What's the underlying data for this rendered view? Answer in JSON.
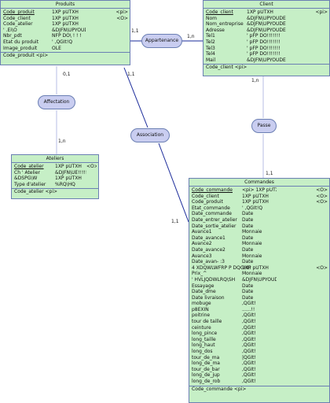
{
  "entities": {
    "produits": {
      "title": "Produits",
      "attributes": [
        {
          "name": "Code_produit",
          "type": "1XP pUTXH",
          "key": "<pi>",
          "underline": true
        },
        {
          "name": "Code_client",
          "type": "1XP pUTXH",
          "key": "<O>"
        },
        {
          "name": "Code_atelier",
          "type": "1XP pUTXH",
          "key": ""
        },
        {
          "name": "' .Ei\\O",
          "type": "&DJFN\\UPYOUDE9\\t.....",
          "key": ""
        },
        {
          "name": "Nbr_pdt",
          "type": "NFP DO\\ ! ! !",
          "key": ""
        },
        {
          "name": "Etat du produit",
          "type": "' ,QGIt!Q",
          "key": ""
        },
        {
          "name": "Image_produit",
          "type": "OLE",
          "key": ""
        }
      ],
      "identifier": "Code_produit  <pi>"
    },
    "client": {
      "title": "Client",
      "attributes": [
        {
          "name": "Code_client",
          "type": "1XP pUTXH",
          "key": "<pi>",
          "underline": true
        },
        {
          "name": "Nom",
          "type": "&DJFN\\UPYOUDE9\\t!!!!",
          "key": ""
        },
        {
          "name": "Nom_entreprise",
          "type": "&DJFN\\UPYOUDE9\\t!!!!",
          "key": ""
        },
        {
          "name": "Adresse",
          "type": "&DJFN\\UPYOUDE9\\t!!!!",
          "key": ""
        },
        {
          "name": "Tel1",
          "type": "' pFP DO!!!!!!!",
          "key": ""
        },
        {
          "name": "Tel2",
          "type": "' pFP DO!!!!!!!",
          "key": ""
        },
        {
          "name": "Tel3",
          "type": "' pFP DO!!!!!!!",
          "key": ""
        },
        {
          "name": "Tel4",
          "type": "' pFP DO!!!!!!!",
          "key": ""
        },
        {
          "name": "Mail",
          "type": "&DJFN\\UPYOUDE9\\t!!!!",
          "key": ""
        }
      ],
      "identifier": "Code_client  <pi>"
    },
    "ateliers": {
      "title": "Ateliers",
      "attributes": [
        {
          "name": "Code_atelier",
          "type": "1XP pUTXH",
          "key": "<O>",
          "underline": true
        },
        {
          "name": "Ch ' Atelier",
          "type": "&DJFN\\UE!!!!!!",
          "key": ""
        },
        {
          "name": "&DSPG\\W",
          "type": "1XP pUTXH",
          "key": ""
        },
        {
          "name": "Type d'atelier",
          "type": "%RQ\\HQ",
          "key": ""
        }
      ],
      "identifier": "Code_atelier  <pi>"
    },
    "commandes": {
      "title": "Commandes",
      "attributes": [
        {
          "name": "Code_commande",
          "type": "<pi>  1XP pUTXH",
          "key": "<O>",
          "underline": true
        },
        {
          "name": "Code_client",
          "type": "1XP pUTXH",
          "key": "<O>"
        },
        {
          "name": "Code_produit",
          "type": "1XP pUTXH",
          "key": "<O>"
        },
        {
          "name": "Etat_commande",
          "type": "' ,QGIt!Q",
          "key": ""
        },
        {
          "name": "Date_commande",
          "type": "Date",
          "key": ""
        },
        {
          "name": "Date_entrer_atelier",
          "type": "Date",
          "key": ""
        },
        {
          "name": "Date_sortie_atelier",
          "type": "Date",
          "key": ""
        },
        {
          "name": "Avance1",
          "type": "Monnaie",
          "key": ""
        },
        {
          "name": "Date_avance1",
          "type": "Date",
          "key": ""
        },
        {
          "name": "Avance2",
          "type": "Monnaie",
          "key": ""
        },
        {
          "name": "Date_avance2",
          "type": "Date",
          "key": ""
        },
        {
          "name": "Avance3",
          "type": "Monnaie",
          "key": ""
        },
        {
          "name": "Date_avan- :3",
          "type": "Date",
          "key": ""
        },
        {
          "name": "4 XDQWLWFRP P DQGHH",
          "type": "1XP pUTXH",
          "key": "<O>"
        },
        {
          "name": "Prix_^",
          "type": "Monnaie",
          "key": ""
        },
        {
          "name": "' HVLJQDWLRQ\\SH",
          "type": "&DJFN\\UPYOUDE9\\t....",
          "key": ""
        },
        {
          "name": "Essayage",
          "type": "Date",
          "key": ""
        },
        {
          "name": "Date_dme",
          "type": "Date",
          "key": ""
        },
        {
          "name": "Date livraison",
          "type": "Date",
          "key": ""
        },
        {
          "name": "mobuge",
          "type": ",QGIt!",
          "key": ""
        },
        {
          "name": "p8EXIN",
          "type": "......!!",
          "key": ""
        },
        {
          "name": "poitrine",
          "type": ",QGIt!",
          "key": ""
        },
        {
          "name": "tour de taille",
          "type": ",QGIt!",
          "key": ""
        },
        {
          "name": "ceinture",
          "type": ",QGIt!",
          "key": ""
        },
        {
          "name": "long_pince",
          "type": ",QGIt!",
          "key": ""
        },
        {
          "name": "long_taille",
          "type": ",QGIt!",
          "key": ""
        },
        {
          "name": "long_haut",
          "type": ",QGIt!",
          "key": ""
        },
        {
          "name": "long_dos",
          "type": ",QGIt!",
          "key": ""
        },
        {
          "name": "tour_de_ma",
          "type": "|QGIt!",
          "key": ""
        },
        {
          "name": "long_de_ma",
          "type": ",QGIt!",
          "key": ""
        },
        {
          "name": "tour_de_bar",
          "type": ",QGIt!",
          "key": ""
        },
        {
          "name": "long_de_jup",
          "type": ",QGIt!",
          "key": ""
        },
        {
          "name": "long_de_rob",
          "type": ",QGIt!",
          "key": ""
        }
      ],
      "identifier": "Code_commande  <pi>"
    }
  },
  "relations": {
    "appartenance": "Appartenance",
    "affectation": "Affectation",
    "association": "Association",
    "passe": "Passe"
  },
  "cardinalities": {
    "prod_app": "1,1",
    "client_app": "1,n",
    "prod_aff": "0,1",
    "ateliers_aff": "1,n",
    "prod_assoc": "1,1",
    "cmd_assoc": "1,1",
    "client_passe": "1,n",
    "cmd_passe": "1,1"
  },
  "colors": {
    "entity_fill": "#c6efc6",
    "relation_fill": "#c9cdf0",
    "border": "#6b7fb3",
    "line_dark": "#1a2a9a",
    "line_light": "#b7bde6"
  }
}
